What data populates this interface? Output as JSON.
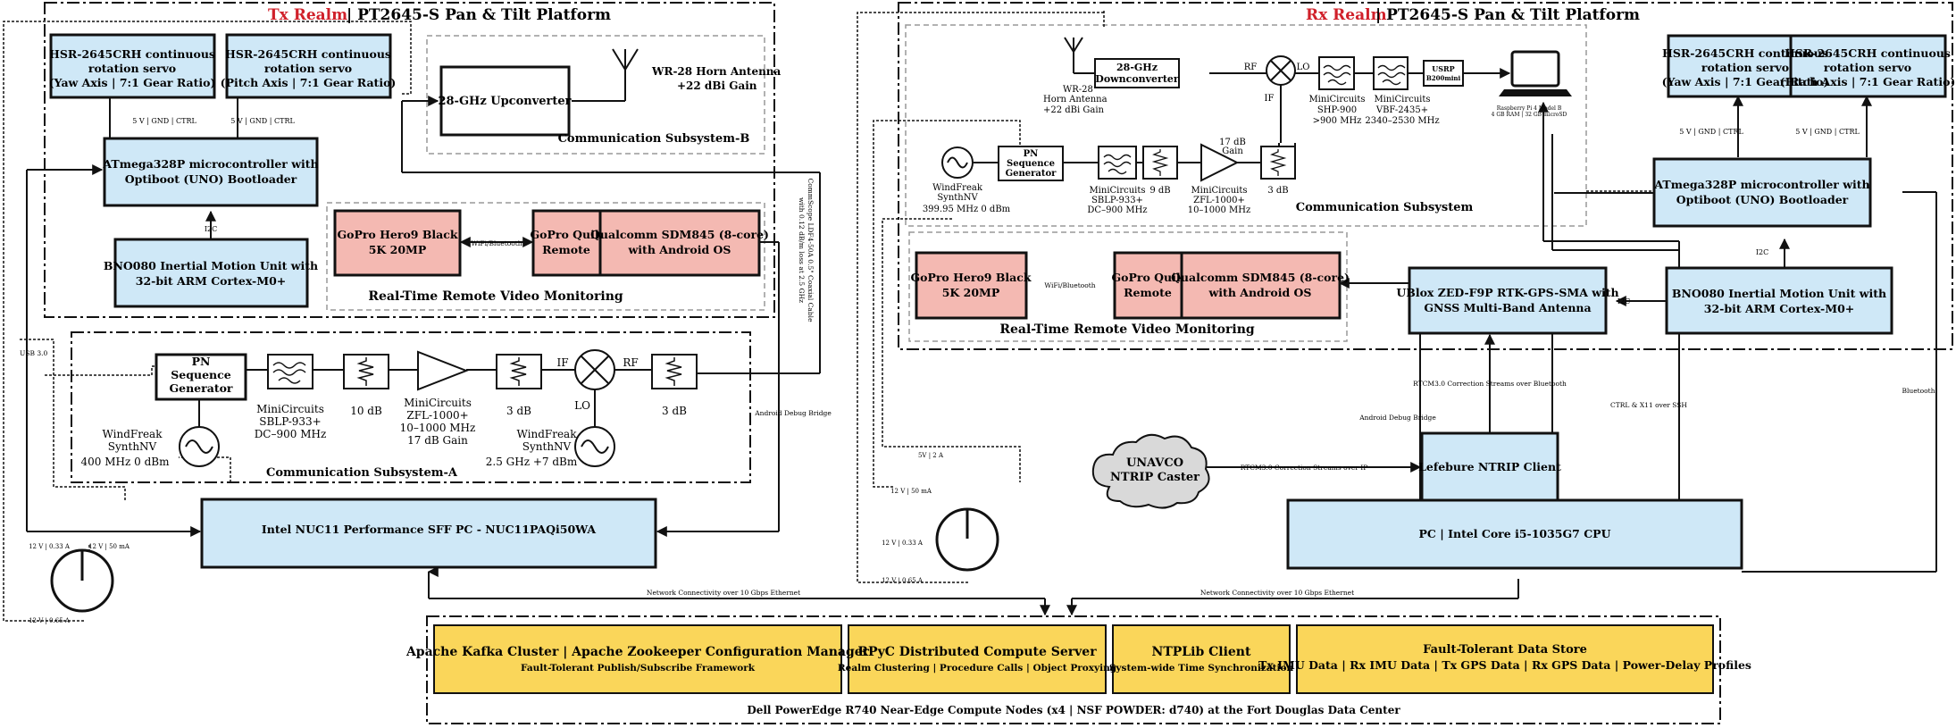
{
  "tx": {
    "realm": "Tx Realm",
    "platform": "| PT2645-S Pan & Tilt Platform",
    "servo_yaw": [
      "HSR-2645CRH continuous",
      "rotation servo",
      "(Yaw Axis | 7:1 Gear Ratio)"
    ],
    "servo_pitch": [
      "HSR-2645CRH continuous",
      "rotation servo",
      "(Pitch Axis | 7:1 Gear Ratio)"
    ],
    "servo_bus_label": "5 V | GND | CTRL",
    "mcu": [
      "ATmega328P microcontroller with",
      "Optiboot (UNO) Bootloader"
    ],
    "i2c": "I2C",
    "imu": [
      "BNO080 Inertial Motion Unit with",
      "32-bit ARM Cortex-M0+"
    ],
    "upconverter": "28-GHz Upconverter",
    "antenna": [
      "WR-28 Horn Antenna",
      "+22 dBi Gain"
    ],
    "comm_b": "Communication Subsystem-B",
    "gopro": [
      "GoPro Hero9 Black",
      "5K 20MP"
    ],
    "wifi": "WiFi/Bluetooth",
    "quik": [
      "GoPro Quik",
      "Remote"
    ],
    "snapdragon": [
      "Qualcomm SDM845 (8-core)",
      "with Android OS"
    ],
    "video_title": "Real-Time Remote Video Monitoring",
    "cable": [
      "CommScope LDF4-50A 0.5\" Coaxial Cable",
      "with 0.12 dB/m loss at 2.5 GHz"
    ],
    "pn": [
      "PN",
      "Sequence",
      "Generator"
    ],
    "sblp": [
      "MiniCircuits",
      "SBLP-933+",
      "DC–900 MHz"
    ],
    "att10": "10 dB",
    "zfl": [
      "MiniCircuits",
      "ZFL-1000+",
      "10–1000 MHz",
      "17 dB Gain"
    ],
    "att3a": "3 dB",
    "if": "IF",
    "rf": "RF",
    "lo": "LO",
    "att3b": "3 dB",
    "synth1": [
      "WindFreak",
      "SynthNV",
      "400 MHz  0 dBm"
    ],
    "synth2": [
      "WindFreak",
      "SynthNV",
      "2.5 GHz +7 dBm"
    ],
    "comm_a": "Communication Subsystem-A",
    "usb": "USB 3.0",
    "adb": "Android Debug Bridge",
    "nuc": "Intel NUC11 Performance SFF PC - NUC11PAQi50WA",
    "v12a": "12 V | 0.33 A",
    "v12b": "12 V | 50 mA",
    "v12c": "12 V | 0.65 A",
    "net": "Network Connectivity over 10 Gbps Ethernet"
  },
  "rx": {
    "realm": "Rx Realm",
    "platform": "| PT2645-S Pan & Tilt Platform",
    "antenna": [
      "WR-28",
      "Horn Antenna",
      "+22 dBi Gain"
    ],
    "downconverter": [
      "28-GHz",
      "Downconverter"
    ],
    "rf": "RF",
    "lo": "LO",
    "if": "IF",
    "shp": [
      "MiniCircuits",
      "SHP-900",
      ">900 MHz"
    ],
    "vbf": [
      "MiniCircuits",
      "VBF-2435+",
      "2340–2530 MHz"
    ],
    "usrp": [
      "USRP",
      "B200mini"
    ],
    "rpi": [
      "Raspberry Pi 4 Model B",
      "4 GB RAM | 32 GB microSD"
    ],
    "synth": [
      "WindFreak",
      "SynthNV",
      "399.95 MHz  0 dBm"
    ],
    "pn": [
      "PN",
      "Sequence",
      "Generator"
    ],
    "sblp": [
      "MiniCircuits",
      "SBLP-933+",
      "DC–900 MHz"
    ],
    "att9": "9 dB",
    "gain": [
      "17 dB",
      "Gain"
    ],
    "zfl": [
      "MiniCircuits",
      "ZFL-1000+",
      "10–1000 MHz"
    ],
    "att3": "3 dB",
    "comm": "Communication Subsystem",
    "gopro": [
      "GoPro Hero9 Black",
      "5K 20MP"
    ],
    "wifi": "WiFi/Bluetooth",
    "quik": [
      "GoPro Quik",
      "Remote"
    ],
    "snapdragon": [
      "Qualcomm SDM845 (8-core)",
      "with Android OS"
    ],
    "video_title": "Real-Time Remote Video Monitoring",
    "servo_yaw": [
      "HSR-2645CRH continuous",
      "rotation servo",
      "(Yaw Axis | 7:1 Gear Ratio)"
    ],
    "servo_pitch": [
      "HSR-2645CRH continuous",
      "rotation servo",
      "(Pitch Axis | 7:1 Gear Ratio)"
    ],
    "servo_bus_label": "5 V | GND | CTRL",
    "mcu": [
      "ATmega328P microcontroller with",
      "Optiboot (UNO) Bootloader"
    ],
    "i2c": "I2C",
    "imu": [
      "BNO080 Inertial Motion Unit with",
      "32-bit ARM Cortex-M0+"
    ],
    "gps": [
      "UBlox ZED-F9P RTK-GPS-SMA with",
      "GNSS Multi-Band Antenna"
    ],
    "rtcm_bt": "RTCM3.0 Correction Streams over Bluetooth",
    "adb": "Android Debug Bridge",
    "ctrl": "CTRL & X11 over SSH",
    "bluetooth": "Bluetooth",
    "unavco": [
      "UNAVCO",
      "NTRIP Caster"
    ],
    "rtcm_ip": "RTCM3.0 Correction Streams over IP",
    "lefebure": "Lefebure NTRIP Client",
    "pc": "PC | Intel Core i5-1035G7 CPU",
    "v5": "5V | 2 A",
    "v12a": "12 V | 50 mA",
    "v12b": "12 V | 0.33 A",
    "v12c": "12 V | 0.65 A",
    "net": "Network Connectivity over 10 Gbps Ethernet"
  },
  "cloud": {
    "kafka": [
      "Apache Kafka Cluster | Apache Zookeeper Configuration Manager",
      "Fault-Tolerant Publish/Subscribe Framework"
    ],
    "rpyc": [
      "RPyC Distributed Compute Server",
      "Realm Clustering | Procedure Calls | Object Proxying"
    ],
    "ntp": [
      "NTPLib Client",
      "System-wide Time Synchronization"
    ],
    "store": [
      "Fault-Tolerant Data Store",
      "Tx IMU Data | Rx IMU Data | Tx GPS Data | Rx GPS Data | Power-Delay Profiles"
    ],
    "footer": "Dell PowerEdge R740 Near-Edge Compute Nodes (x4 | NSF POWDER: d740) at the Fort Douglas Data Center"
  },
  "colors": {
    "blue": "#cfe8f7",
    "red": "#f4b9b2",
    "yellow": "#fad65a",
    "realm_red": "#d0202a"
  }
}
